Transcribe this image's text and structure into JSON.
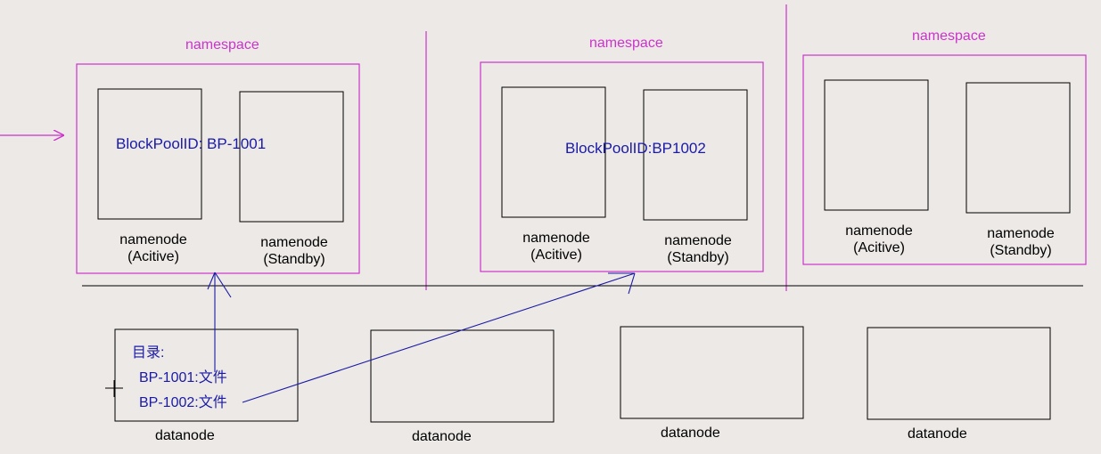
{
  "colors": {
    "namespace": "#cc33cc",
    "annotation": "#1a1aa6",
    "box": "#000000",
    "background": "#ece9e6"
  },
  "namespaces": [
    {
      "title": "namespace",
      "block_pool_id": "BlockPoolID: BP-1001",
      "active_label": "namenode",
      "active_role": "(Acitive)",
      "standby_label": "namenode",
      "standby_role": "(Standby)"
    },
    {
      "title": "namespace",
      "block_pool_id": "BlockPoolID:BP1002",
      "active_label": "namenode",
      "active_role": "(Acitive)",
      "standby_label": "namenode",
      "standby_role": "(Standby)"
    },
    {
      "title": "namespace",
      "block_pool_id": "",
      "active_label": "namenode",
      "active_role": "(Acitive)",
      "standby_label": "namenode",
      "standby_role": "(Standby)"
    }
  ],
  "datanodes": [
    {
      "label": "datanode",
      "directory": {
        "heading": "目录:",
        "entries": [
          "BP-1001:文件",
          "BP-1002:文件"
        ]
      }
    },
    {
      "label": "datanode"
    },
    {
      "label": "datanode"
    },
    {
      "label": "datanode"
    }
  ]
}
